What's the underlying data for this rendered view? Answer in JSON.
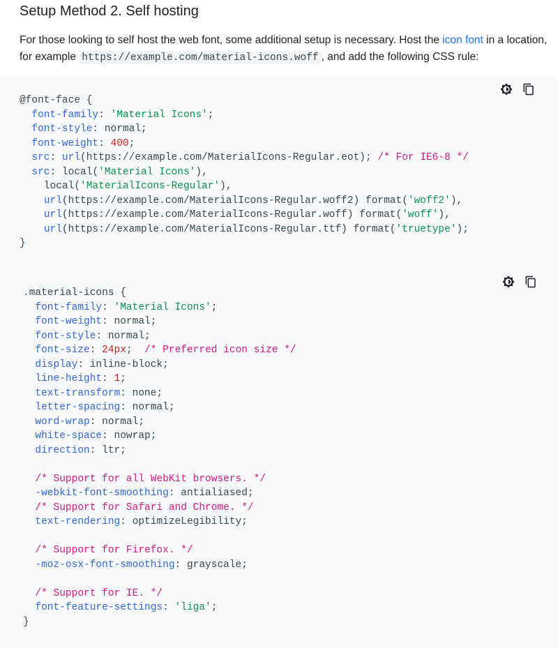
{
  "section": {
    "heading": "Setup Method 2. Self hosting",
    "intro_before": "For those looking to self host the web font, some additional setup is necessary. Host the ",
    "intro_link": "icon font",
    "intro_middle": " in a location, for example ",
    "intro_code": "https://example.com/material-icons.woff",
    "intro_after": ", and add the following CSS rule:"
  },
  "icons": {
    "theme": "brightness-contrast-icon",
    "copy": "content-copy-icon"
  },
  "code_blocks": [
    {
      "lines": [
        [
          [
            "t",
            "@font-face {"
          ]
        ],
        [
          [
            "t",
            "  "
          ],
          [
            "p",
            "font-family"
          ],
          [
            "t",
            ": "
          ],
          [
            "s",
            "'Material Icons'"
          ],
          [
            "t",
            ";"
          ]
        ],
        [
          [
            "t",
            "  "
          ],
          [
            "p",
            "font-style"
          ],
          [
            "t",
            ": normal;"
          ]
        ],
        [
          [
            "t",
            "  "
          ],
          [
            "p",
            "font-weight"
          ],
          [
            "t",
            ": "
          ],
          [
            "n",
            "400"
          ],
          [
            "t",
            ";"
          ]
        ],
        [
          [
            "t",
            "  "
          ],
          [
            "p",
            "src"
          ],
          [
            "t",
            ": "
          ],
          [
            "p",
            "url"
          ],
          [
            "t",
            "(https://example.com/MaterialIcons-Regular.eot); "
          ],
          [
            "c",
            "/* For IE6-8 */"
          ]
        ],
        [
          [
            "t",
            "  "
          ],
          [
            "p",
            "src"
          ],
          [
            "t",
            ": local("
          ],
          [
            "s",
            "'Material Icons'"
          ],
          [
            "t",
            "),"
          ]
        ],
        [
          [
            "t",
            "    local("
          ],
          [
            "s",
            "'MaterialIcons-Regular'"
          ],
          [
            "t",
            "),"
          ]
        ],
        [
          [
            "t",
            "    "
          ],
          [
            "p",
            "url"
          ],
          [
            "t",
            "(https://example.com/MaterialIcons-Regular.woff2) format("
          ],
          [
            "s",
            "'woff2'"
          ],
          [
            "t",
            "),"
          ]
        ],
        [
          [
            "t",
            "    "
          ],
          [
            "p",
            "url"
          ],
          [
            "t",
            "(https://example.com/MaterialIcons-Regular.woff) format("
          ],
          [
            "s",
            "'woff'"
          ],
          [
            "t",
            "),"
          ]
        ],
        [
          [
            "t",
            "    "
          ],
          [
            "p",
            "url"
          ],
          [
            "t",
            "(https://example.com/MaterialIcons-Regular.ttf) format("
          ],
          [
            "s",
            "'truetype'"
          ],
          [
            "t",
            ");"
          ]
        ],
        [
          [
            "t",
            "}"
          ]
        ]
      ]
    },
    {
      "lines": [
        [
          [
            "t",
            ".material-icons {"
          ]
        ],
        [
          [
            "t",
            "  "
          ],
          [
            "p",
            "font-family"
          ],
          [
            "t",
            ": "
          ],
          [
            "s",
            "'Material Icons'"
          ],
          [
            "t",
            ";"
          ]
        ],
        [
          [
            "t",
            "  "
          ],
          [
            "p",
            "font-weight"
          ],
          [
            "t",
            ": normal;"
          ]
        ],
        [
          [
            "t",
            "  "
          ],
          [
            "p",
            "font-style"
          ],
          [
            "t",
            ": normal;"
          ]
        ],
        [
          [
            "t",
            "  "
          ],
          [
            "p",
            "font-size"
          ],
          [
            "t",
            ": "
          ],
          [
            "n",
            "24px"
          ],
          [
            "t",
            ";  "
          ],
          [
            "c",
            "/* Preferred icon size */"
          ]
        ],
        [
          [
            "t",
            "  "
          ],
          [
            "p",
            "display"
          ],
          [
            "t",
            ": inline-block;"
          ]
        ],
        [
          [
            "t",
            "  "
          ],
          [
            "p",
            "line-height"
          ],
          [
            "t",
            ": "
          ],
          [
            "n",
            "1"
          ],
          [
            "t",
            ";"
          ]
        ],
        [
          [
            "t",
            "  "
          ],
          [
            "p",
            "text-transform"
          ],
          [
            "t",
            ": none;"
          ]
        ],
        [
          [
            "t",
            "  "
          ],
          [
            "p",
            "letter-spacing"
          ],
          [
            "t",
            ": normal;"
          ]
        ],
        [
          [
            "t",
            "  "
          ],
          [
            "p",
            "word-wrap"
          ],
          [
            "t",
            ": normal;"
          ]
        ],
        [
          [
            "t",
            "  "
          ],
          [
            "p",
            "white-space"
          ],
          [
            "t",
            ": nowrap;"
          ]
        ],
        [
          [
            "t",
            "  "
          ],
          [
            "p",
            "direction"
          ],
          [
            "t",
            ": ltr;"
          ]
        ],
        [
          [
            "t",
            ""
          ]
        ],
        [
          [
            "t",
            "  "
          ],
          [
            "c",
            "/* Support for all WebKit browsers. */"
          ]
        ],
        [
          [
            "t",
            "  "
          ],
          [
            "p",
            "-webkit-font-smoothing"
          ],
          [
            "t",
            ": antialiased;"
          ]
        ],
        [
          [
            "t",
            "  "
          ],
          [
            "c",
            "/* Support for Safari and Chrome. */"
          ]
        ],
        [
          [
            "t",
            "  "
          ],
          [
            "p",
            "text-rendering"
          ],
          [
            "t",
            ": optimizeLegibility;"
          ]
        ],
        [
          [
            "t",
            ""
          ]
        ],
        [
          [
            "t",
            "  "
          ],
          [
            "c",
            "/* Support for Firefox. */"
          ]
        ],
        [
          [
            "t",
            "  "
          ],
          [
            "p",
            "-moz-osx-font-smoothing"
          ],
          [
            "t",
            ": grayscale;"
          ]
        ],
        [
          [
            "t",
            ""
          ]
        ],
        [
          [
            "t",
            "  "
          ],
          [
            "c",
            "/* Support for IE. */"
          ]
        ],
        [
          [
            "t",
            "  "
          ],
          [
            "p",
            "font-feature-settings"
          ],
          [
            "t",
            ": "
          ],
          [
            "s",
            "'liga'"
          ],
          [
            "t",
            ";"
          ]
        ],
        [
          [
            "t",
            "}"
          ]
        ]
      ]
    }
  ]
}
